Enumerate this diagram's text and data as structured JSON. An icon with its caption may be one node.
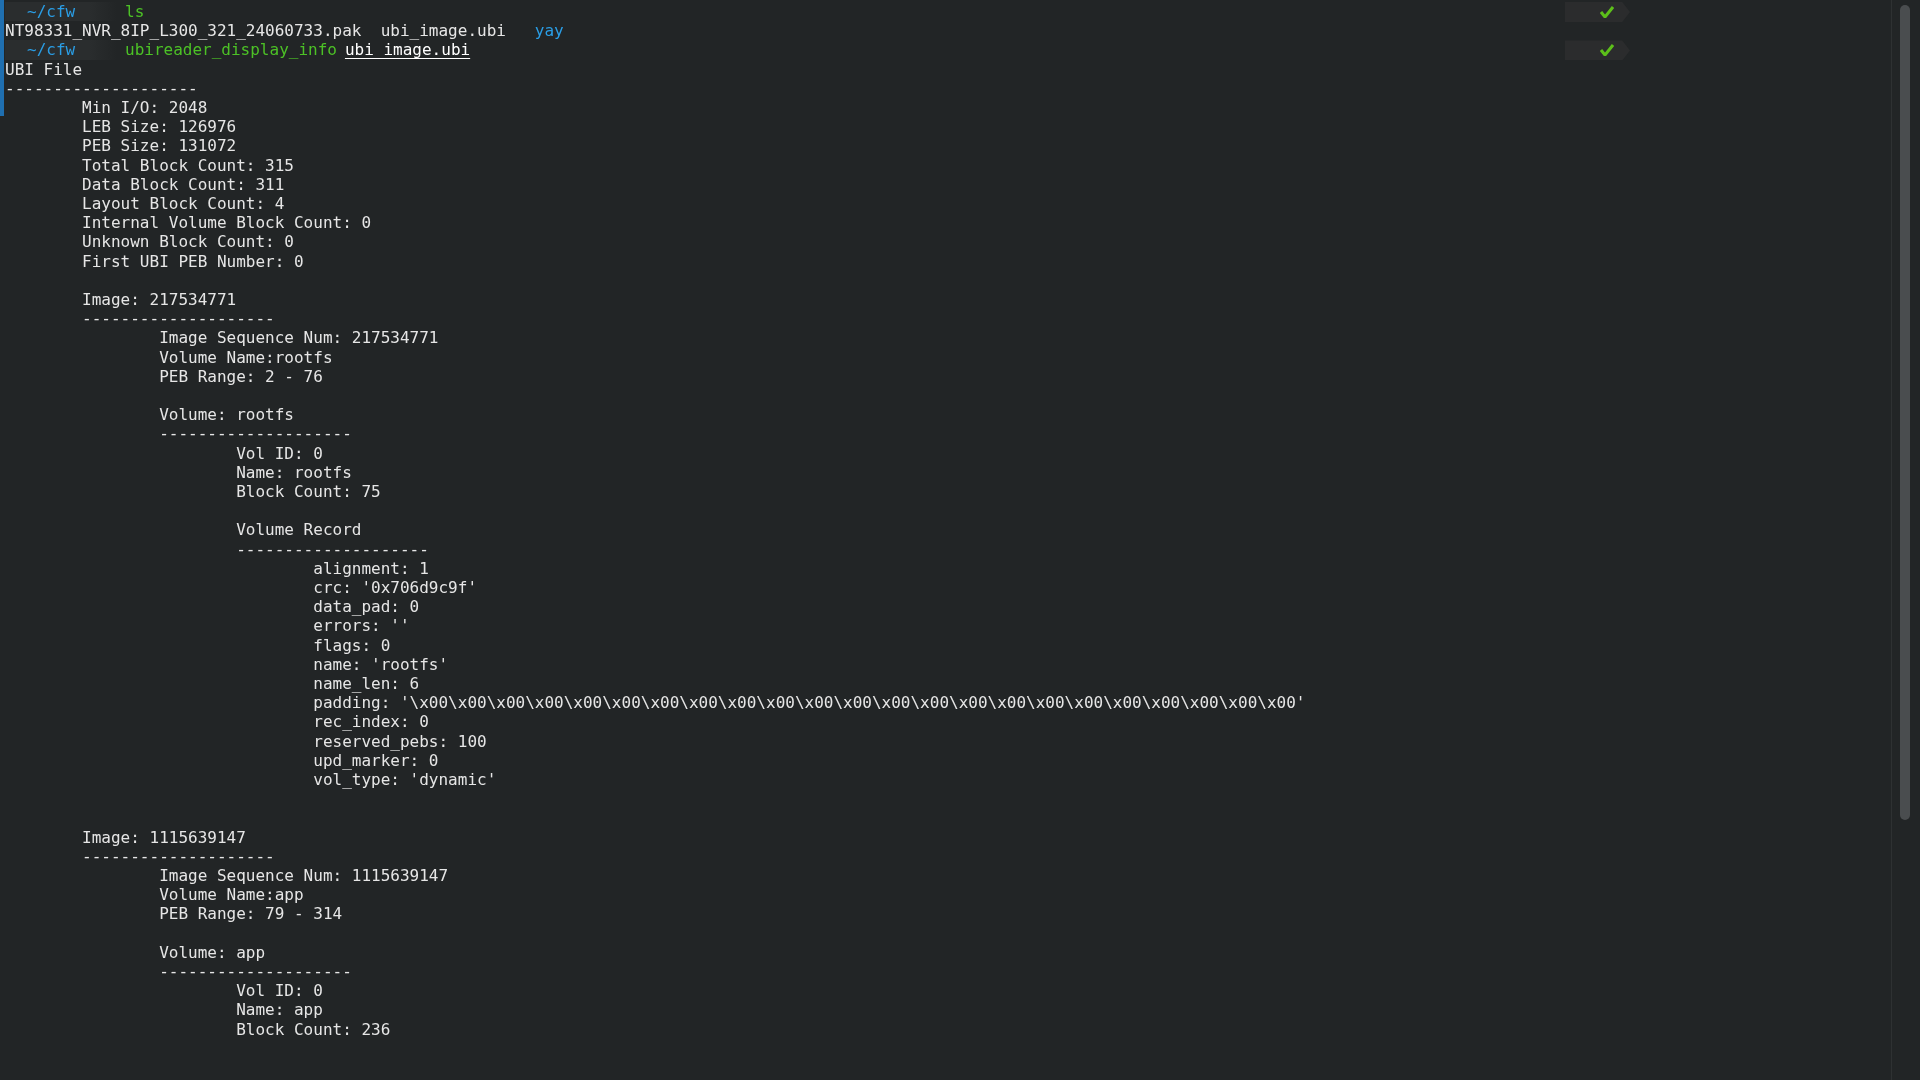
{
  "diagram": {
    "labels": [
      "~/cfw",
      "ls",
      "NT98331_NVR_8IP_L300_321_24060733.pak",
      "ubi_image.ubi",
      "yay",
      "~/cfw",
      "ubireader_display_info",
      "ubi_image.ubi",
      "UBI File",
      "--------------------",
      "Min I/O: 2048",
      "LEB Size: 126976",
      "PEB Size: 131072",
      "Total Block Count: 315",
      "Data Block Count: 311",
      "Layout Block Count: 4",
      "Internal Volume Block Count: 0",
      "Unknown Block Count: 0",
      "First UBI PEB Number: 0",
      "Image: 217534771",
      "--------------------",
      "Image Sequence Num: 217534771",
      "Volume Name:rootfs",
      "PEB Range: 2 - 76",
      "Volume: rootfs",
      "--------------------",
      "Vol ID: 0",
      "Name: rootfs",
      "Block Count: 75",
      "Volume Record",
      "--------------------",
      "alignment: 1",
      "crc: '0x706d9c9f'",
      "data_pad: 0",
      "errors: ''",
      "flags: 0",
      "name: 'rootfs'",
      "name_len: 6",
      "padding: '\\x00\\x00\\x00\\x00\\x00\\x00\\x00\\x00\\x00\\x00\\x00\\x00\\x00\\x00\\x00\\x00\\x00\\x00\\x00\\x00\\x00\\x00\\x00'",
      "rec_index: 0",
      "reserved_pebs: 100",
      "upd_marker: 0",
      "vol_type: 'dynamic'",
      "Image: 1115639147",
      "--------------------",
      "Image Sequence Num: 1115639147",
      "Volume Name:app",
      "PEB Range: 79 - 314",
      "Volume: app",
      "--------------------",
      "Vol ID: 0",
      "Name: app",
      "Block Count: 236"
    ]
  }
}
